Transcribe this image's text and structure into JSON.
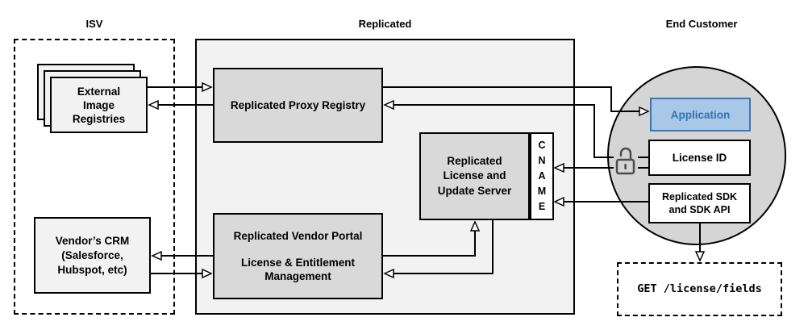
{
  "section_titles": {
    "isv": "ISV",
    "replicated": "Replicated",
    "end_customer": "End Customer"
  },
  "nodes": {
    "external_image_registries": {
      "lines": [
        "External",
        "Image",
        "Registries"
      ]
    },
    "vendors_crm": {
      "lines": [
        "Vendor’s CRM",
        "(Salesforce,",
        "Hubspot, etc)"
      ]
    },
    "replicated_proxy_registry": {
      "label": "Replicated Proxy Registry"
    },
    "replicated_license_update_server": {
      "lines": [
        "Replicated",
        "License and",
        "Update Server"
      ]
    },
    "cname": {
      "letters": [
        "C",
        "N",
        "A",
        "M",
        "E"
      ]
    },
    "replicated_vendor_portal": {
      "title": "Replicated Vendor Portal",
      "subtitle_lines": [
        "License & Entitlement",
        "Management"
      ]
    },
    "application": {
      "label": "Application"
    },
    "license_id": {
      "label": "License ID"
    },
    "replicated_sdk": {
      "lines": [
        "Replicated SDK",
        "and SDK API"
      ]
    },
    "get_endpoint": {
      "label": "GET /license/fields"
    }
  },
  "icons": {
    "lock": "open-padlock"
  },
  "colors": {
    "container_fill": "#f2f2f2",
    "node_fill": "#d9d9d9",
    "light_node_fill": "#f2f2f2",
    "circle_fill": "#d5d5d5",
    "app_fill": "#a9c7e7",
    "app_border": "#3e76ae",
    "app_text": "#2e74b5",
    "line_color": "#000000",
    "lock_color": "#4d4d4d"
  }
}
